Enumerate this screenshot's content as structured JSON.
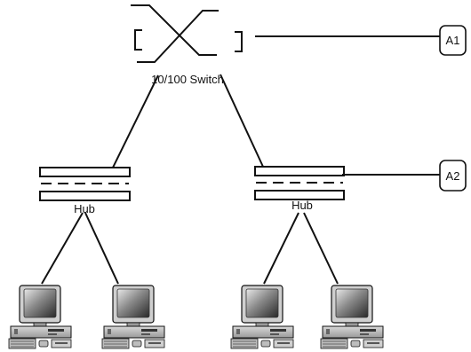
{
  "switch": {
    "label": "10/100 Switch",
    "icon": "switch-icon"
  },
  "hubs": [
    {
      "label": "Hub",
      "icon": "hub-icon"
    },
    {
      "label": "Hub",
      "icon": "hub-icon"
    }
  ],
  "callouts": [
    {
      "label": "A1"
    },
    {
      "label": "A2"
    }
  ],
  "computers": [
    {
      "icon": "desktop-computer-icon"
    },
    {
      "icon": "desktop-computer-icon"
    },
    {
      "icon": "desktop-computer-icon"
    },
    {
      "icon": "desktop-computer-icon"
    }
  ]
}
